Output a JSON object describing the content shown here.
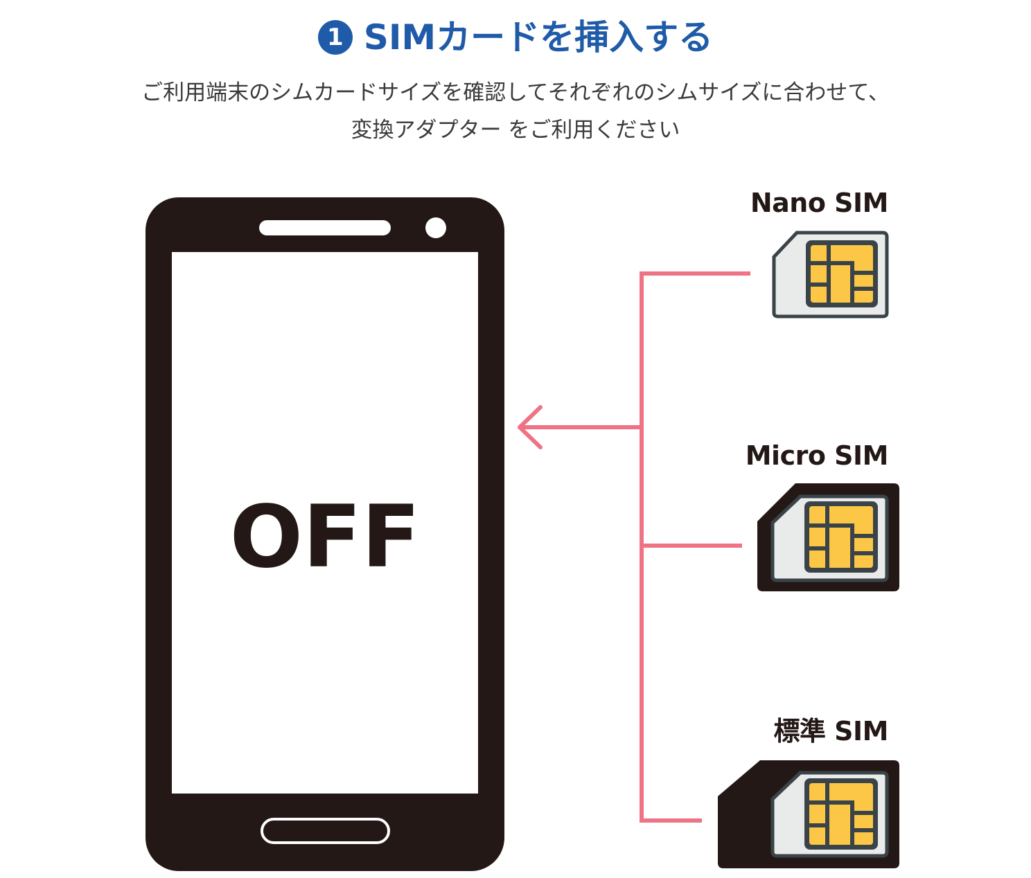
{
  "header": {
    "step_number": "1",
    "title": "SIMカードを挿入する"
  },
  "description": {
    "line1": "ご利用端末のシムカードサイズを確認してそれぞれのシムサイズに合わせて、",
    "line2": "変換アダプター をご利用ください"
  },
  "phone": {
    "screen_text": "OFF"
  },
  "sims": [
    {
      "label": "Nano SIM"
    },
    {
      "label": "Micro SIM"
    },
    {
      "label": "標準 SIM"
    }
  ],
  "colors": {
    "title": "#1f5ba8",
    "phone_body": "#231815",
    "connector": "#ee7385",
    "chip": "#fcc646",
    "sim_card": "#e9eaea",
    "sim_outline": "#3a4448"
  }
}
